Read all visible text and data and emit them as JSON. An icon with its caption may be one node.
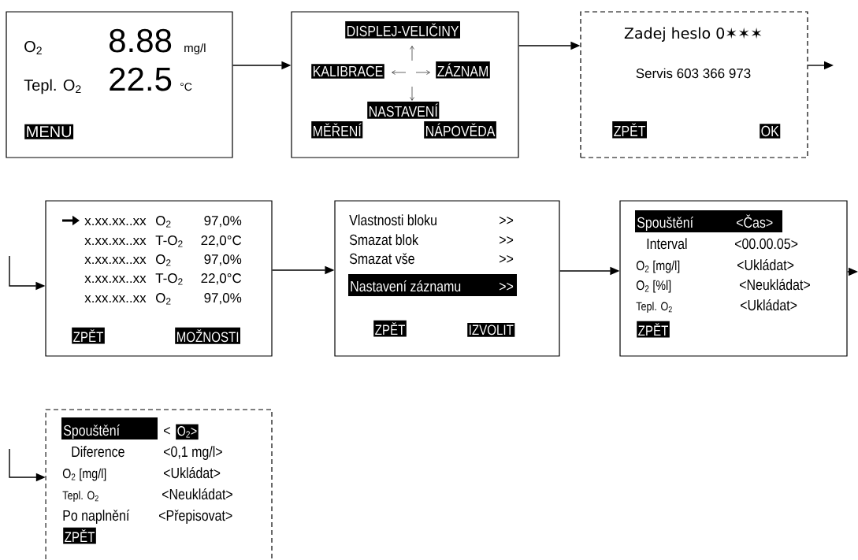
{
  "diagram": {
    "nodes": [
      {
        "text": [
          "O$_{2}$",
          "8.88",
          "mg/l",
          "Tepl. O$_{2}$",
          "22.5",
          "°C",
          "MENU"
        ]
      },
      {
        "text": [
          "DISPLEJ-VELIČINY",
          "KALIBRACE",
          "ZÁZNAM",
          "NASTAVENÍ",
          "MĚŘENÍ",
          "NÁPOVĚDA"
        ]
      },
      {
        "text": [
          "Zadej heslo 0✶✶✶",
          "Servis 603 366 973",
          "ZPĚT",
          "OK"
        ]
      },
      {
        "text": [
          "x.xx.xx..xx",
          "O$_{2}$",
          "97,0%",
          "x.xx.xx..xx",
          "T-O$_{2}$",
          "22,0°C",
          "x.xx.xx..xx",
          "O$_{2}$",
          "97,0%",
          "x.xx.xx..xx",
          "T-O$_{2}$",
          "22,0°C",
          "x.xx.xx..xx",
          "O$_{2}$",
          "97,0%",
          "ZPĚT",
          "MOŽNOSTI"
        ]
      },
      {
        "text": [
          "Vlastnosti bloku",
          ">>",
          "Smazat blok",
          ">>",
          "Smazat vše",
          ">>",
          "Nastavení záznamu",
          ">>",
          "ZPĚT",
          "IZVOLIT"
        ]
      },
      {
        "text": [
          "Spouštění",
          "<Čas>",
          "Interval",
          "<00.00.05>",
          "O$_{2}$ [mg/l]",
          "<Ukládat>",
          "O$_{2}$ [%l]",
          "<Neukládat>",
          "Tepl. O$_{2}$",
          "<Ukládat>",
          "ZPĚT"
        ]
      },
      {
        "text": [
          "Spouštění",
          "<",
          "O$_{2}$>",
          "Diference",
          "<0,1 mg/l>",
          "O$_{2}$ [mg/l]",
          "<Ukládat>",
          "Tepl. O$_{2}$",
          "<Neukládat>",
          "Po naplnění",
          "<Přepisovat>",
          "ZPĚT"
        ]
      }
    ],
    "edges": [
      {
        "from": 0,
        "to": 1,
        "arrow": "to"
      },
      {
        "from": 1,
        "to": 2,
        "arrow": "to"
      },
      {
        "from": 2,
        "to": null,
        "arrow": "to"
      },
      {
        "from": null,
        "to": 3,
        "arrow": "to"
      },
      {
        "from": 3,
        "to": 4,
        "arrow": "to"
      },
      {
        "from": 4,
        "to": 5,
        "arrow": "to"
      },
      {
        "from": 5,
        "to": null,
        "arrow": "to"
      },
      {
        "from": null,
        "to": 6,
        "arrow": "to"
      }
    ]
  }
}
